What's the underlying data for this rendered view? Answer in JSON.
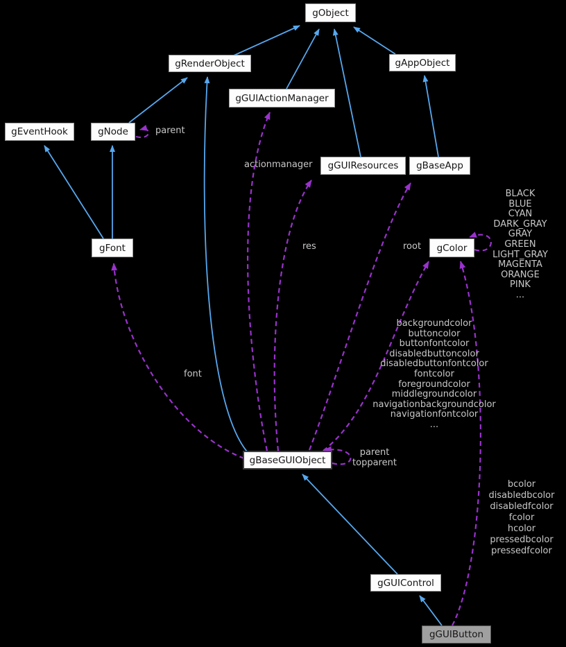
{
  "diagram": {
    "type": "collaboration-graph",
    "background": "#000000",
    "colors": {
      "inherit_edge": "#57a8ef",
      "usage_edge": "#9a32cd",
      "label_text": "#c8c8c8",
      "node_bg": "#fdfdfd",
      "node_border": "#9a9a9a",
      "node_text": "#151515",
      "current_node_bg": "#a0a0a0",
      "current_node_border": "#5a5a5a"
    },
    "nodes": {
      "gObject": "gObject",
      "gRenderObject": "gRenderObject",
      "gGUIActionManager": "gGUIActionManager",
      "gAppObject": "gAppObject",
      "gEventHook": "gEventHook",
      "gNode": "gNode",
      "gGUIResources": "gGUIResources",
      "gBaseApp": "gBaseApp",
      "gFont": "gFont",
      "gColor": "gColor",
      "gBaseGUIObject": "gBaseGUIObject",
      "gGUIControl": "gGUIControl",
      "gGUIButton": "gGUIButton"
    },
    "edge_labels": {
      "node_parent": "parent",
      "actionmanager": "actionmanager",
      "res": "res",
      "root": "root",
      "font": "font",
      "parent_topparent": "parent\ntopparent",
      "color_constants": "BLACK\nBLUE\nCYAN\nDARK_GRAY\nGRAY\nGREEN\nLIGHT_GRAY\nMAGENTA\nORANGE\nPINK\n...",
      "gui_colors": "backgroundcolor\nbuttoncolor\nbuttonfontcolor\ndisabledbuttoncolor\ndisabledbuttonfontcolor\nfontcolor\nforegroundcolor\nmiddlegroundcolor\nnavigationbackgroundcolor\nnavigationfontcolor\n...",
      "button_colors": "bcolor\ndisabledbcolor\ndisabledfcolor\nfcolor\nhcolor\npressedbcolor\npressedfcolor"
    }
  }
}
